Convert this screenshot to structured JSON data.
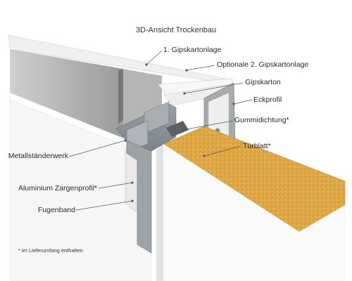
{
  "title": "3D-Ansicht Trockenbau",
  "labels": {
    "gipskarton1": "1. Gipskartonlage",
    "gipskarton2": "Optionale 2. Gipskartonlage",
    "gipskarton": "Gipskarton",
    "eckprofil": "Eckprofil",
    "gummidichtung": "Gummidichtung*",
    "tuerblatt": "Türblatt*",
    "metallstaenderwerk": "Metallständerwerk",
    "zargenprofil": "Aluminium Zargenprofil*",
    "fugenband": "Fugenband"
  },
  "footnote": "* im Lieferumfang enthalten",
  "colors": {
    "door_core": "#e0a946",
    "door_face": "#fafafa",
    "metal_profile": "#8f949a",
    "wall_board": "#f1f1f1"
  }
}
